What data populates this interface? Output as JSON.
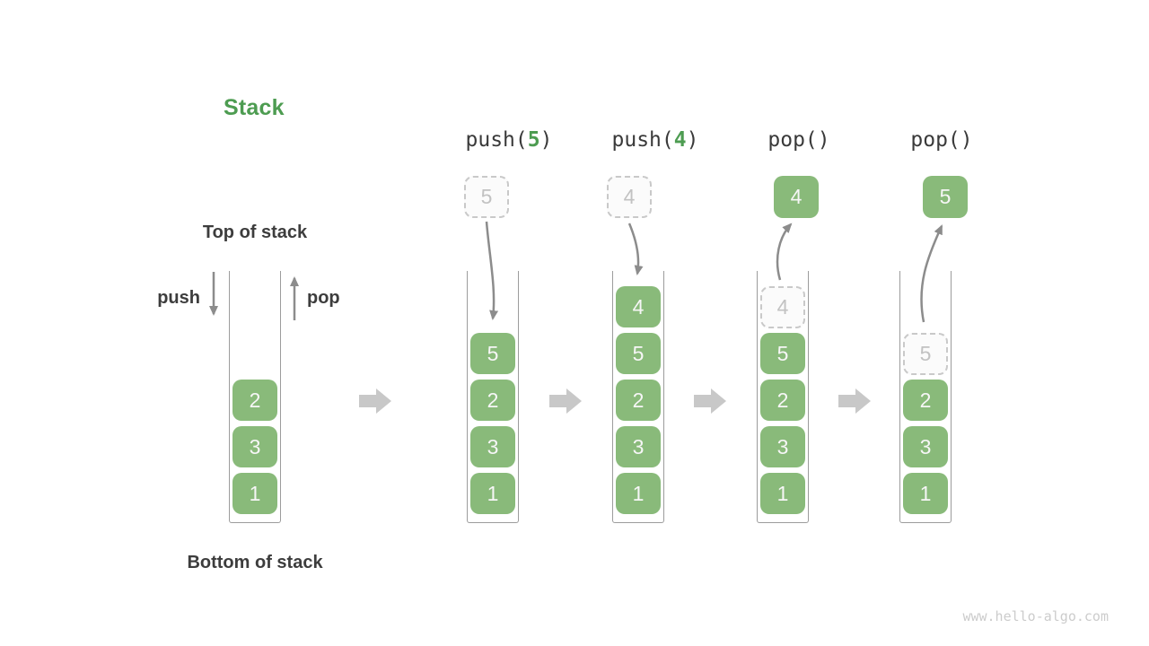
{
  "title": "Stack",
  "labels": {
    "top_of_stack": "Top of stack",
    "bottom_of_stack": "Bottom of stack",
    "push": "push",
    "pop": "pop"
  },
  "watermark": "www.hello-algo.com",
  "colors": {
    "element_green": "#89ba7a",
    "accent_green": "#4d9c51",
    "text_dark": "#3d3d3d",
    "arrow_gray": "#8c8c8c",
    "flow_arrow_gray": "#c8c8c8",
    "ghost_border": "#c9c9c9",
    "ghost_text": "#c2c2c2",
    "container_wall": "#9c9c9c"
  },
  "stages": [
    {
      "name": "initial",
      "stack": [
        {
          "value": "2",
          "style": "solid"
        },
        {
          "value": "3",
          "style": "solid"
        },
        {
          "value": "1",
          "style": "solid"
        }
      ]
    },
    {
      "name": "push-5",
      "op": {
        "pre": "push(",
        "arg": "5",
        "post": ")"
      },
      "float": {
        "value": "5",
        "style": "dashed",
        "direction": "into-stack"
      },
      "stack": [
        {
          "value": "5",
          "style": "solid"
        },
        {
          "value": "2",
          "style": "solid"
        },
        {
          "value": "3",
          "style": "solid"
        },
        {
          "value": "1",
          "style": "solid"
        }
      ]
    },
    {
      "name": "push-4",
      "op": {
        "pre": "push(",
        "arg": "4",
        "post": ")"
      },
      "float": {
        "value": "4",
        "style": "dashed",
        "direction": "into-stack"
      },
      "stack": [
        {
          "value": "4",
          "style": "solid"
        },
        {
          "value": "5",
          "style": "solid"
        },
        {
          "value": "2",
          "style": "solid"
        },
        {
          "value": "3",
          "style": "solid"
        },
        {
          "value": "1",
          "style": "solid"
        }
      ]
    },
    {
      "name": "pop-4",
      "op": {
        "pre": "pop(",
        "arg": "",
        "post": ")"
      },
      "float": {
        "value": "4",
        "style": "solid",
        "direction": "out-of-stack"
      },
      "stack": [
        {
          "value": "4",
          "style": "dashed"
        },
        {
          "value": "5",
          "style": "solid"
        },
        {
          "value": "2",
          "style": "solid"
        },
        {
          "value": "3",
          "style": "solid"
        },
        {
          "value": "1",
          "style": "solid"
        }
      ]
    },
    {
      "name": "pop-5",
      "op": {
        "pre": "pop(",
        "arg": "",
        "post": ")"
      },
      "float": {
        "value": "5",
        "style": "solid",
        "direction": "out-of-stack"
      },
      "stack": [
        {
          "value": "5",
          "style": "dashed"
        },
        {
          "value": "2",
          "style": "solid"
        },
        {
          "value": "3",
          "style": "solid"
        },
        {
          "value": "1",
          "style": "solid"
        }
      ]
    }
  ]
}
